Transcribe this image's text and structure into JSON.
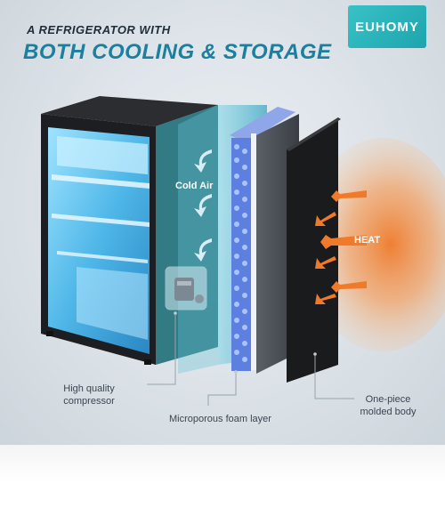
{
  "headline": {
    "line1": "A REFRIGERATOR WITH",
    "line2": "BOTH COOLING & STORAGE"
  },
  "brand": {
    "logo_text": "EUHOMY"
  },
  "callouts": {
    "cold_air": "Cold Air",
    "heat": "HEAT"
  },
  "labels": {
    "compressor": "High quality compressor",
    "foam": "Microporous foam layer",
    "body": "One-piece molded body"
  },
  "colors": {
    "accent": "#1b7f9f",
    "logo": "#2cb5bb",
    "heat": "#f07a2a",
    "cold_glow": "#4fb7e8"
  },
  "icons": [
    "cold-air-arrow-icon",
    "heat-arrow-icon"
  ]
}
